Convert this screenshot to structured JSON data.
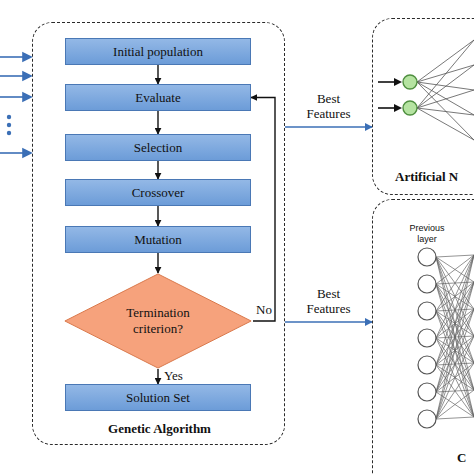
{
  "diagram": {
    "nodes": [
      {
        "text": [
          "Genetic Algorithm"
        ]
      },
      {
        "text": [
          "Initial population"
        ],
        "in": 0
      },
      {
        "text": [
          "Evaluate"
        ],
        "in": 0
      },
      {
        "text": [
          "Selection"
        ],
        "in": 0
      },
      {
        "text": [
          "Crossover"
        ],
        "in": 0
      },
      {
        "text": [
          "Mutation"
        ],
        "in": 0
      },
      {
        "text": [
          "Termination criterion?"
        ],
        "in": 0
      },
      {
        "text": [
          "Solution Set"
        ],
        "in": 0
      },
      {
        "text": [
          "Artificial N"
        ]
      },
      {
        "text": [
          "C"
        ]
      }
    ],
    "edges": [
      {
        "from": 1,
        "to": 2,
        "arrow": "to"
      },
      {
        "from": 2,
        "to": 3,
        "arrow": "to"
      },
      {
        "from": 3,
        "to": 4,
        "arrow": "to"
      },
      {
        "from": 4,
        "to": 5,
        "arrow": "to"
      },
      {
        "from": 5,
        "to": 6,
        "arrow": "to"
      },
      {
        "from": 6,
        "to": 7,
        "label": "Yes",
        "arrow": "to"
      },
      {
        "from": 6,
        "to": 2,
        "label": "No",
        "arrow": "to"
      },
      {
        "from": 0,
        "to": 8,
        "label": "Best Features",
        "arrow": "to"
      },
      {
        "from": 0,
        "to": 9,
        "label": "Best Features",
        "arrow": "to"
      }
    ],
    "labels": [
      "Previous layer"
    ]
  }
}
